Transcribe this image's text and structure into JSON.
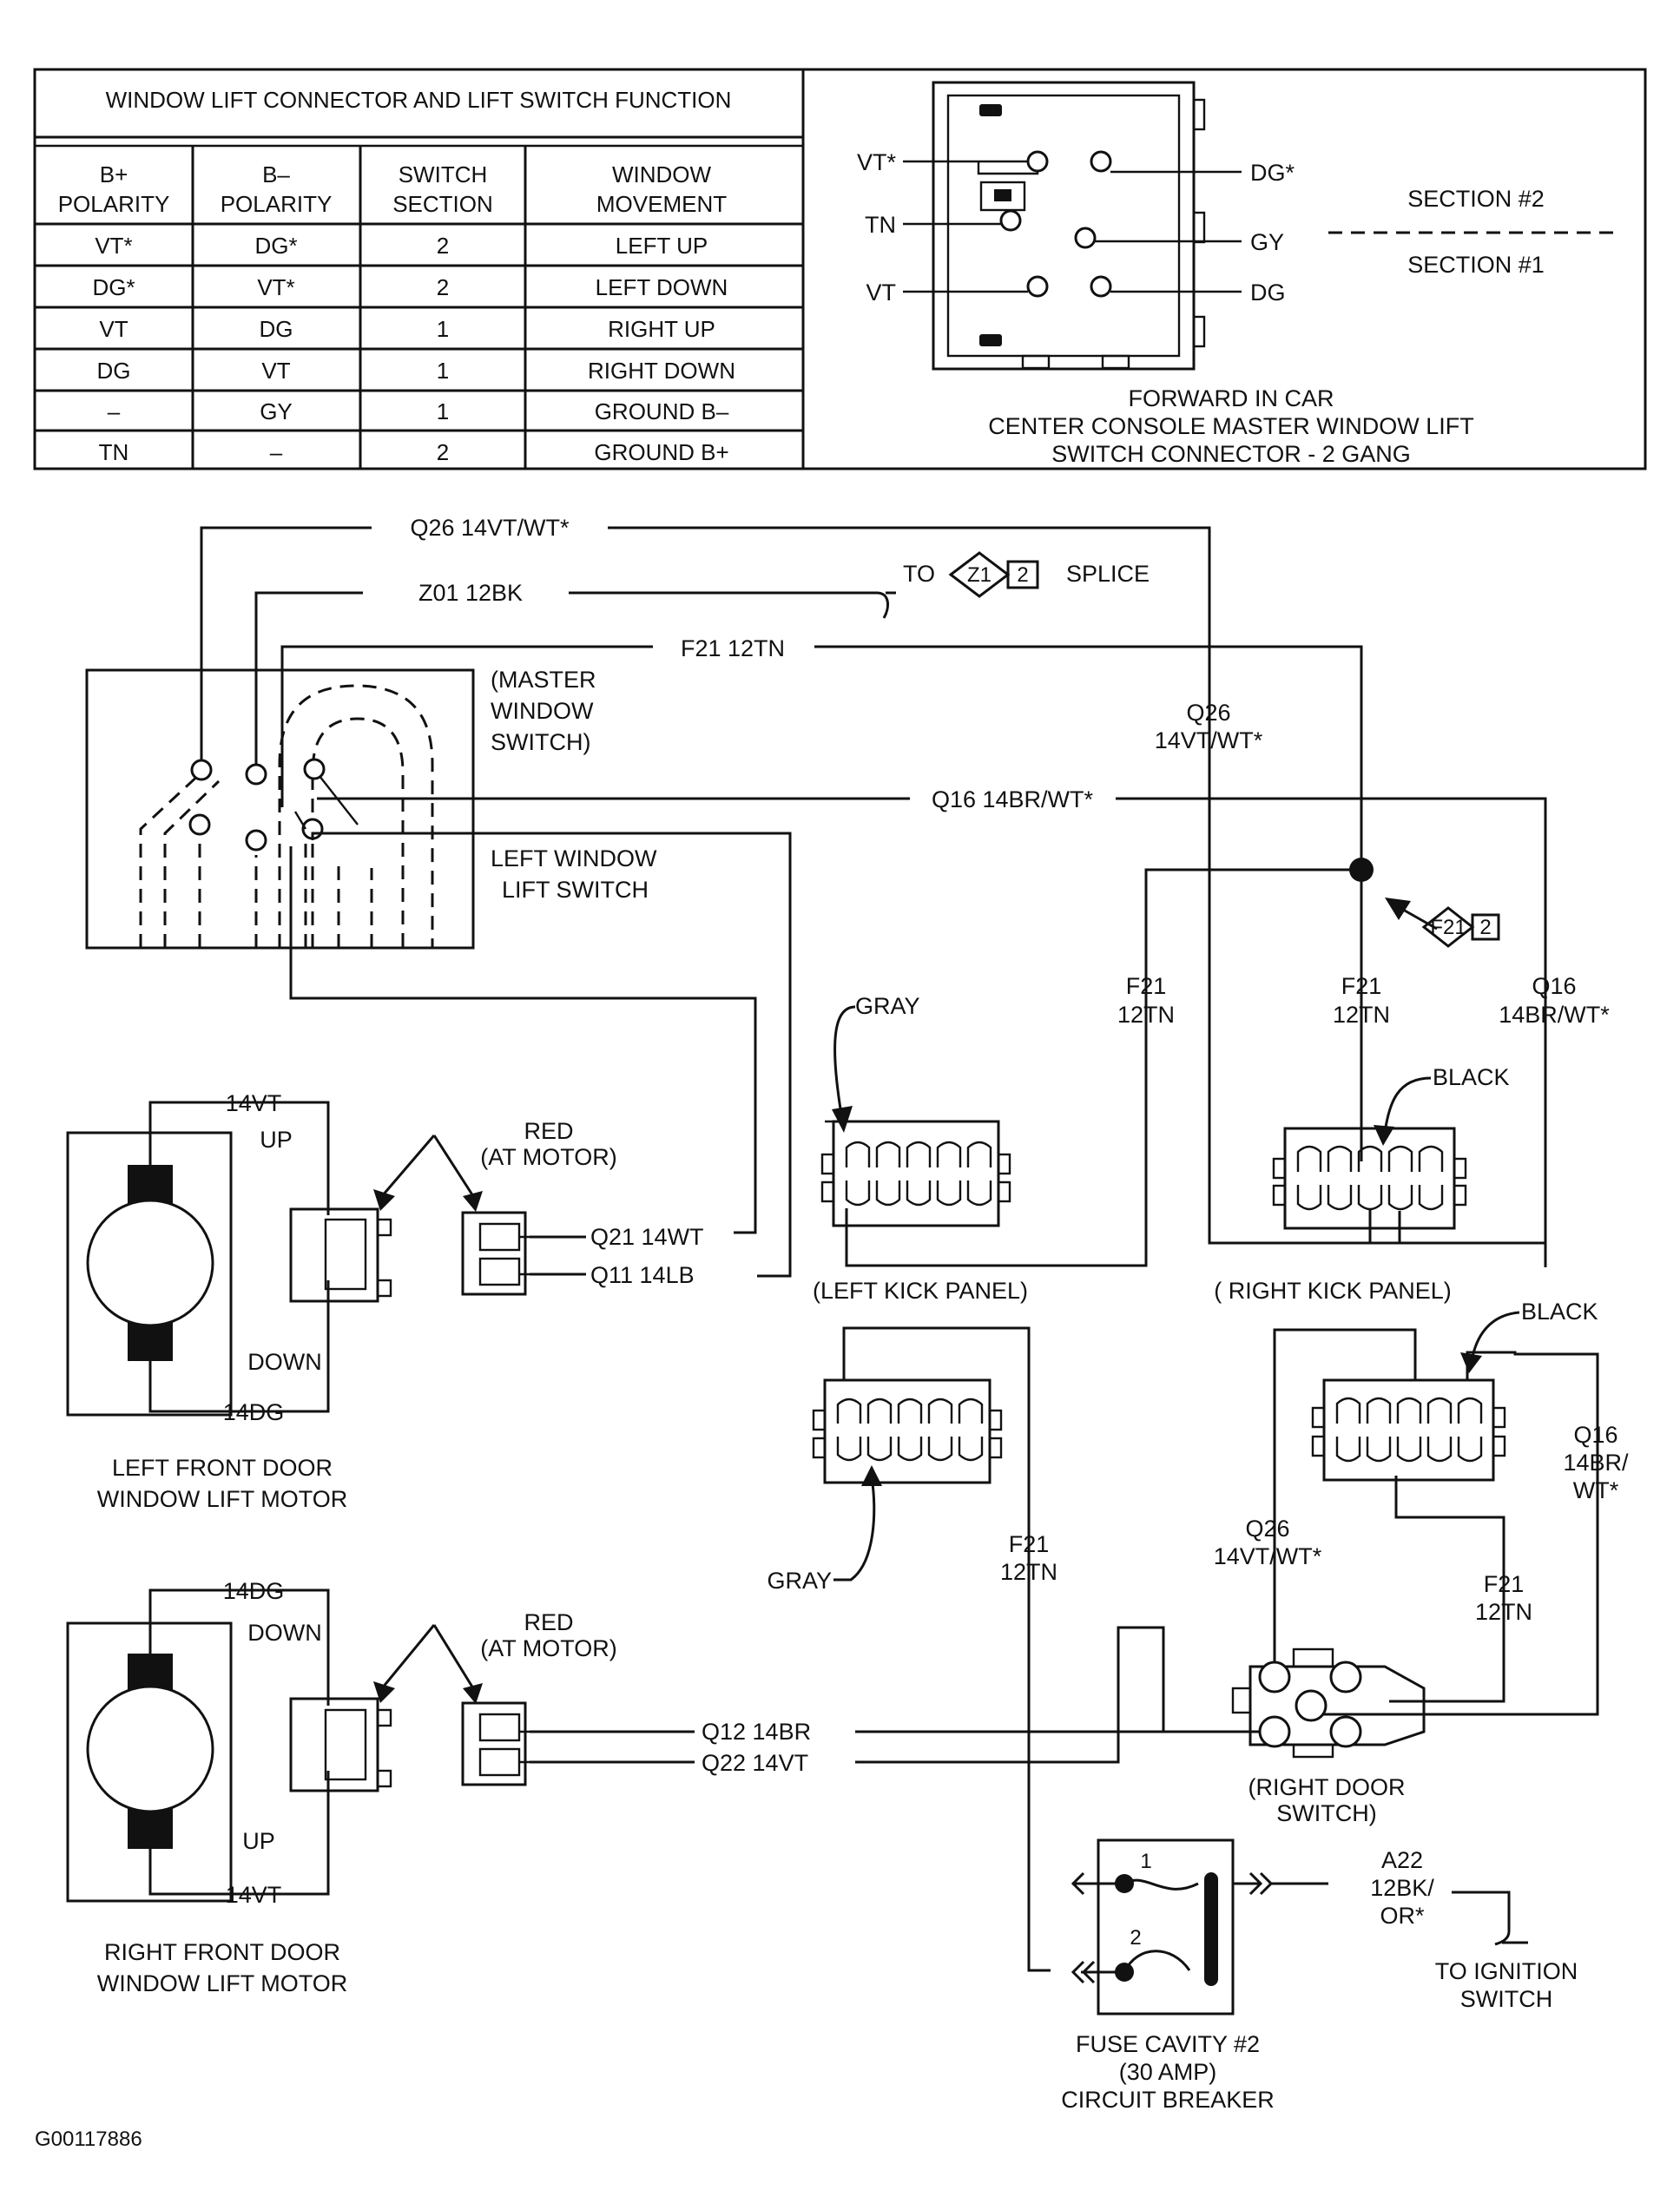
{
  "table": {
    "title": "WINDOW LIFT CONNECTOR AND LIFT SWITCH FUNCTION",
    "headers": [
      [
        "B+",
        "POLARITY"
      ],
      [
        "B–",
        "POLARITY"
      ],
      [
        "SWITCH",
        "SECTION"
      ],
      [
        "WINDOW",
        "MOVEMENT"
      ]
    ],
    "rows": [
      [
        "VT*",
        "DG*",
        "2",
        "LEFT UP"
      ],
      [
        "DG*",
        "VT*",
        "2",
        "LEFT DOWN"
      ],
      [
        "VT",
        "DG",
        "1",
        "RIGHT UP"
      ],
      [
        "DG",
        "VT",
        "1",
        "RIGHT DOWN"
      ],
      [
        "–",
        "GY",
        "1",
        "GROUND B–"
      ],
      [
        "TN",
        "–",
        "2",
        "GROUND B+"
      ]
    ]
  },
  "connector_view": {
    "pins_left": [
      "VT*",
      "TN",
      "VT"
    ],
    "pins_right": [
      "DG*",
      "GY",
      "DG"
    ],
    "section2": "SECTION #2",
    "section1": "SECTION #1",
    "caption": [
      "FORWARD IN CAR",
      "CENTER CONSOLE MASTER WINDOW LIFT",
      "SWITCH CONNECTOR - 2 GANG"
    ]
  },
  "wires": {
    "q26_top": "Q26 14VT/WT*",
    "z01": "Z01 12BK",
    "to": "TO",
    "z1": "Z1",
    "two": "2",
    "splice": "SPLICE",
    "f21_top": "F21 12TN",
    "q26_vert": [
      "Q26",
      "14VT/WT*"
    ],
    "q16_mid": "Q16 14BR/WT*",
    "f21": "F21",
    "tn12": "12TN",
    "q16_right": [
      "Q16",
      "14BR/WT*"
    ],
    "q21": "Q21 14WT",
    "q11": "Q11 14LB",
    "q16_lower": [
      "Q16",
      "14BR/",
      "WT*"
    ],
    "q26_lower": [
      "Q26",
      "14VT/WT*"
    ],
    "q12": "Q12 14BR",
    "q22": "Q22 14VT",
    "a22": [
      "A22",
      "12BK/",
      "OR*"
    ]
  },
  "components": {
    "master": [
      "(MASTER",
      "WINDOW",
      "SWITCH)"
    ],
    "left_lift": [
      "LEFT WINDOW",
      "LIFT SWITCH"
    ],
    "gray": "GRAY",
    "black": "BLACK",
    "red": "RED",
    "at_motor": "(AT MOTOR)",
    "left_kick": "(LEFT KICK PANEL)",
    "right_kick": "( RIGHT KICK PANEL)",
    "right_door": [
      "(RIGHT DOOR",
      "SWITCH)"
    ],
    "vt14": "14VT",
    "dg14": "14DG",
    "up": "UP",
    "down": "DOWN",
    "left_motor": [
      "LEFT FRONT DOOR",
      "WINDOW LIFT MOTOR"
    ],
    "right_motor": [
      "RIGHT FRONT DOOR",
      "WINDOW LIFT MOTOR"
    ],
    "fuse": [
      "FUSE CAVITY #2",
      "(30 AMP)",
      "CIRCUIT BREAKER"
    ],
    "cb1": "1",
    "cb2": "2",
    "to_ign": [
      "TO IGNITION",
      "SWITCH"
    ]
  },
  "figure_id": "G00117886"
}
